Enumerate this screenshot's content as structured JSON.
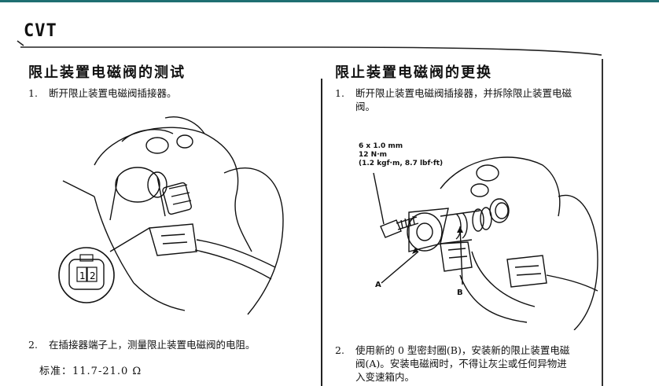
{
  "header": {
    "brand": "CVT"
  },
  "left": {
    "title": "限止装置电磁阀的测试",
    "step1": {
      "num": "1.",
      "text": "断开限止装置电磁阀插接器。"
    },
    "connector_pins": [
      "1",
      "2"
    ],
    "step2": {
      "num": "2.",
      "text": "在插接器端子上，测量限止装置电磁阀的电阻。"
    },
    "standard": "标准：11.7-21.0 Ω"
  },
  "right": {
    "title": "限止装置电磁阀的更换",
    "step1": {
      "num": "1.",
      "line1": "断开限止装置电磁阀插接器，并拆除限止装置电磁",
      "line2": "阀。"
    },
    "spec": {
      "line1": "6 x 1.0 mm",
      "line2": "12 N·m",
      "line3": "(1.2 kgf·m, 8.7 lbf·ft)"
    },
    "label_a": "A",
    "label_b": "B",
    "step2": {
      "num": "2.",
      "line1": "使用新的 0 型密封圈(B)，安装新的限止装置电磁",
      "line2": "阀(A)。安装电磁阀时，不得让灰尘或任何异物进",
      "line3": "入变速箱内。"
    }
  }
}
